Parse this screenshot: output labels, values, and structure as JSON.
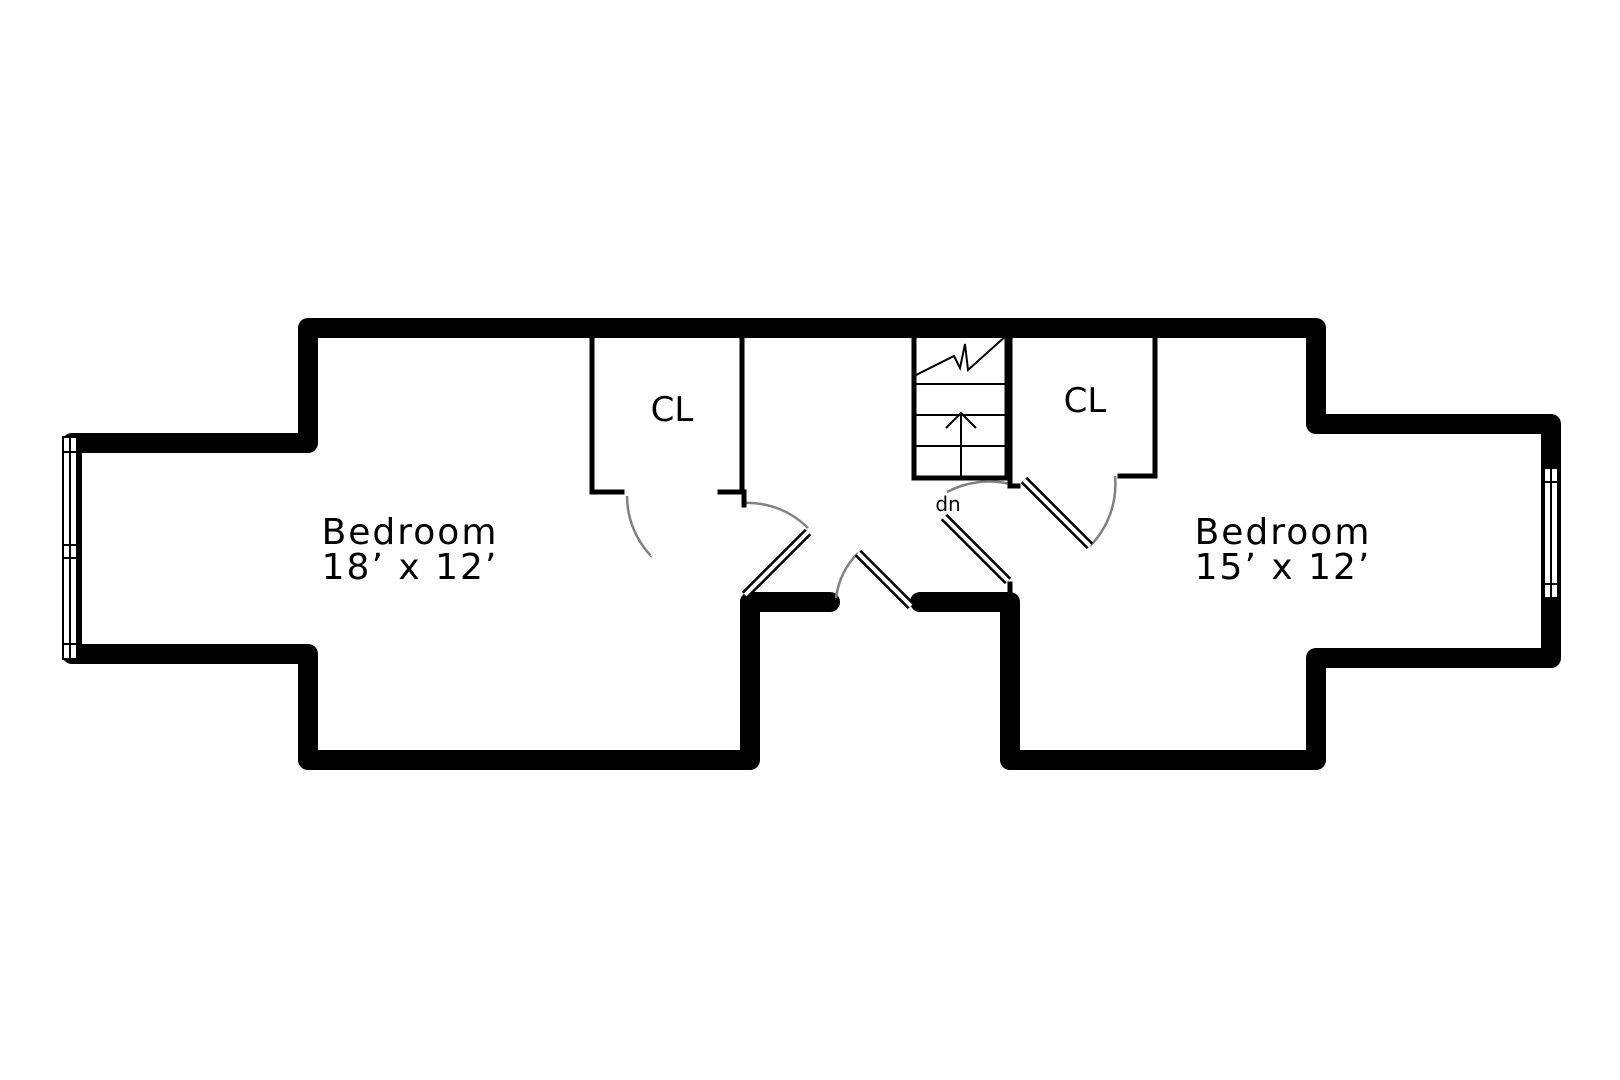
{
  "rooms": {
    "left_bedroom": {
      "name": "Bedroom",
      "size": "18’ x 12’"
    },
    "right_bedroom": {
      "name": "Bedroom",
      "size": "15’ x 12’"
    }
  },
  "closets": {
    "left": "CL",
    "right": "CL"
  },
  "stairs": {
    "label": "dn"
  },
  "colors": {
    "wall": "#000000",
    "door_swing": "#808080",
    "background": "#ffffff"
  }
}
